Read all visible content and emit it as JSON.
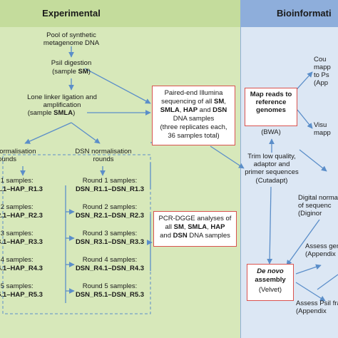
{
  "panels": {
    "experimental": {
      "title": "Experimental",
      "bg": "#d7e8ba",
      "header_bg": "#c4dc9c"
    },
    "bioinformatics": {
      "title": "Bioinformati",
      "bg": "#dce7f4",
      "header_bg": "#8eaedb"
    }
  },
  "colors": {
    "arrow": "#5b8ec9",
    "red_box": "#d9534f",
    "dashed": "#5b8ec9"
  },
  "experimental": {
    "pool": "Pool of synthetic\nmetagenome DNA",
    "psil": "PsiI digestion",
    "psil_sample_prefix": "(sample ",
    "psil_sample_code": "SM",
    "psil_sample_suffix": ")",
    "linker": "Lone linker ligation and\namplification",
    "linker_sample_prefix": "(sample ",
    "linker_sample_code": "SMLA",
    "linker_sample_suffix": ")",
    "left_norm": "normalisation\nrounds",
    "dsn_norm": "DSN normalisation\nrounds",
    "hap_rounds": [
      {
        "title": "l 1 samples:",
        "range": "1.1–HAP_R1.3"
      },
      {
        "title": "l 2 samples:",
        "range": "2.1–HAP_R2.3"
      },
      {
        "title": "l 3 samples:",
        "range": "3.1–HAP_R3.3"
      },
      {
        "title": "l 4 samples:",
        "range": "4.1–HAP_R4.3"
      },
      {
        "title": "l 5 samples:",
        "range": "5.1–HAP_R5.3"
      }
    ],
    "dsn_rounds": [
      {
        "title": "Round 1 samples:",
        "range": "DSN_R1.1–DSN_R1.3"
      },
      {
        "title": "Round 2 samples:",
        "range": "DSN_R2.1–DSN_R2.3"
      },
      {
        "title": "Round 3 samples:",
        "range": "DSN_R3.1–DSN_R3.3"
      },
      {
        "title": "Round 4 samples:",
        "range": "DSN_R4.1–DSN_R4.3"
      },
      {
        "title": "Round 5 samples:",
        "range": "DSN_R5.1–DSN_R5.3"
      }
    ]
  },
  "illumina_box": {
    "line1": "Paired-end Illumina",
    "line2": "sequencing of all ",
    "sm": "SM",
    "comma1": ",",
    "smla": "SMLA",
    "comma2": ", ",
    "hap": "HAP",
    "and": " and ",
    "dsn": "DSN",
    "line4": "DNA samples",
    "line5": "(three replicates each,",
    "line6": "36 samples total)"
  },
  "pcr_box": {
    "line1": "PCR-DGGE analyses of",
    "line2a": "all ",
    "sm": "SM",
    "comma": ", ",
    "smla": "SMLA",
    "comma2": ", ",
    "hap": "HAP",
    "line3a": "and ",
    "dsn": "DSN",
    "line3b": " DNA samples"
  },
  "bioinformatics": {
    "map_reads": "Map reads to\nreference\ngenomes",
    "map_reads_tool": "(BWA)",
    "trim": "Trim low quality,\nadaptor and\nprimer sequences",
    "trim_tool": "(Cutadapt)",
    "count": "Cou\nmapp\nto Ps\n(App",
    "visual": "Visu\nmapp",
    "digital": "Digital norma\nof sequenc\n(Diginor",
    "assess_gen": "Assess  gen\n(Appendix",
    "de_novo_title": "De novo",
    "de_novo_rest": "assembly",
    "de_novo_tool": "(Velvet)",
    "assess_psil": "Assess PsiI fra\n(Appendix"
  }
}
